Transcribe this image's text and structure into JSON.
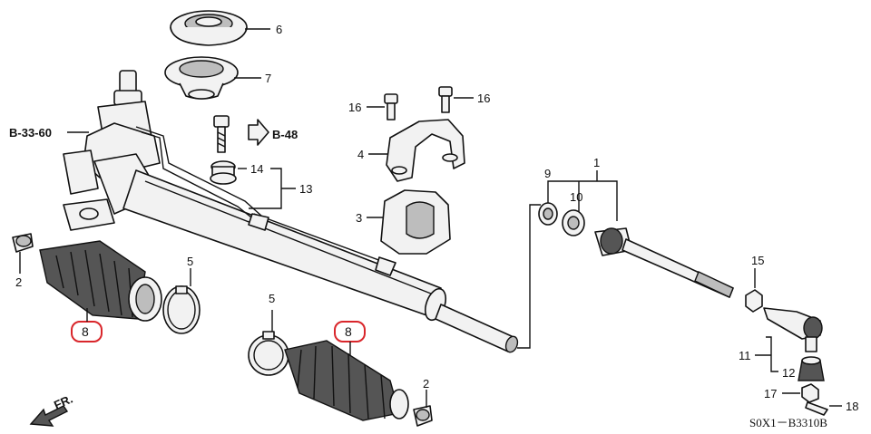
{
  "references": {
    "b33_60": "B-33-60",
    "b48": "B-48",
    "front": "FR."
  },
  "callouts": {
    "c1": "1",
    "c2a": "2",
    "c2b": "2",
    "c3": "3",
    "c4": "4",
    "c5a": "5",
    "c5b": "5",
    "c6": "6",
    "c7": "7",
    "c8a": "8",
    "c8b": "8",
    "c9": "9",
    "c10": "10",
    "c11": "11",
    "c12": "12",
    "c13": "13",
    "c14": "14",
    "c15": "15",
    "c16a": "16",
    "c16b": "16",
    "c17": "17",
    "c18": "18"
  },
  "diagram_code": "S0X1－B3310B",
  "highlight_color": "#d9262b"
}
